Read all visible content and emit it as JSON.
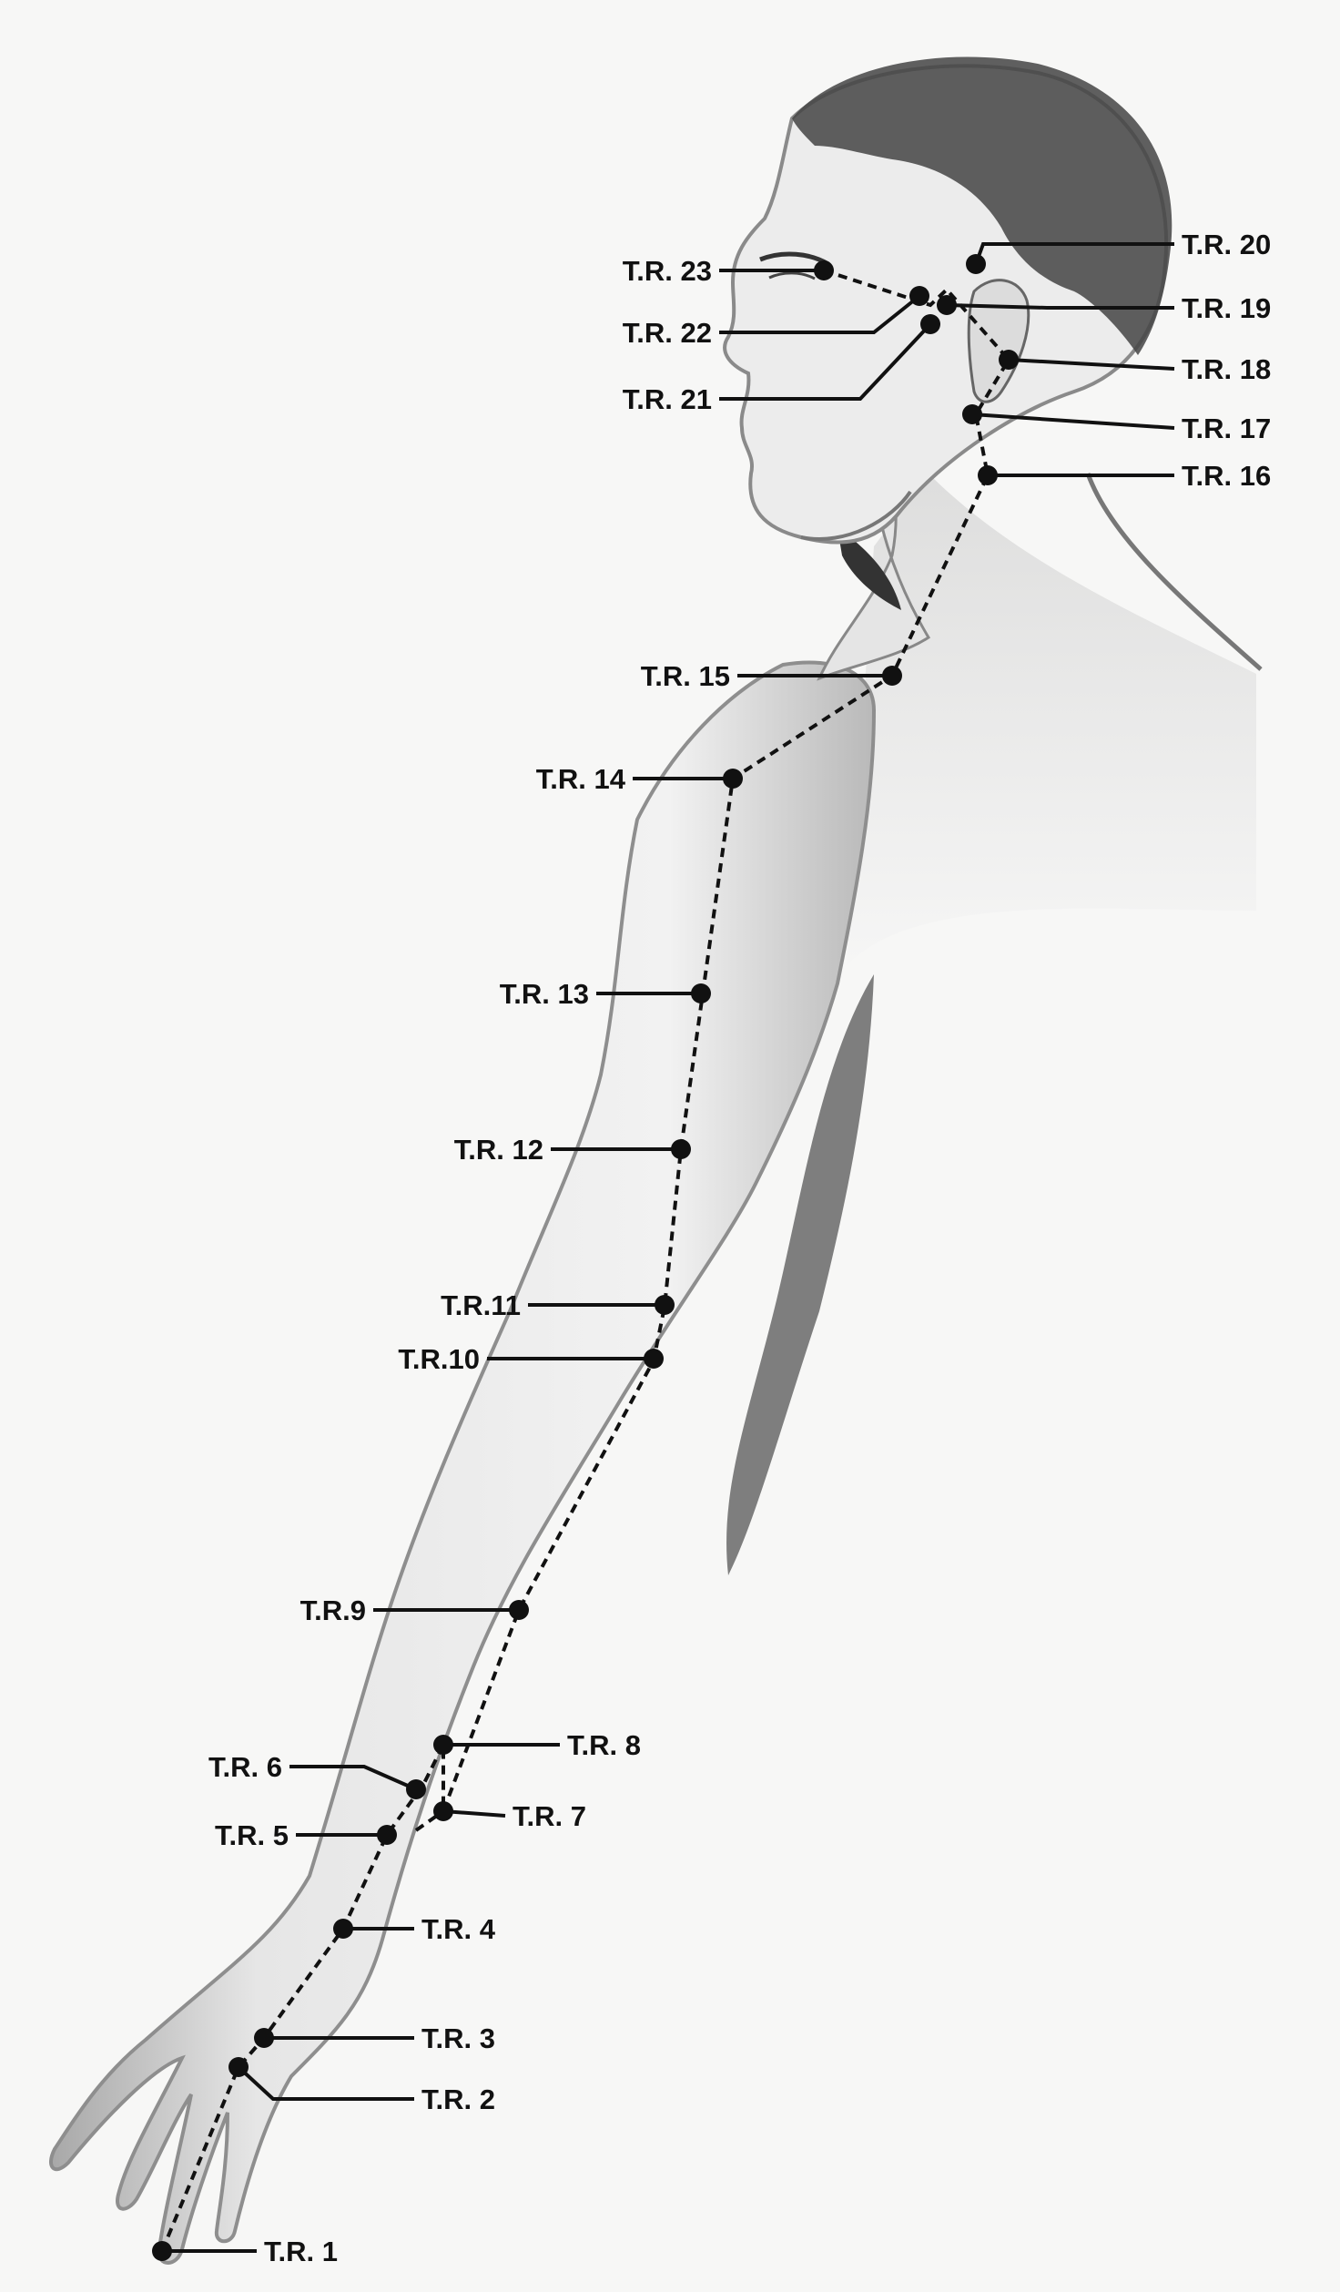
{
  "diagram": {
    "kind": "acupuncture-meridian-chart",
    "colors": {
      "background": "#f7f7f6",
      "ink": "#111111",
      "skin_shadow": "#9a9a9a",
      "hair": "#3a3a3a"
    },
    "points": [
      {
        "id": "tr1",
        "label": "T.R. 1"
      },
      {
        "id": "tr2",
        "label": "T.R. 2"
      },
      {
        "id": "tr3",
        "label": "T.R. 3"
      },
      {
        "id": "tr4",
        "label": "T.R. 4"
      },
      {
        "id": "tr5",
        "label": "T.R. 5"
      },
      {
        "id": "tr6",
        "label": "T.R. 6"
      },
      {
        "id": "tr7",
        "label": "T.R. 7"
      },
      {
        "id": "tr8",
        "label": "T.R. 8"
      },
      {
        "id": "tr9",
        "label": "T.R.9"
      },
      {
        "id": "tr10",
        "label": "T.R.10"
      },
      {
        "id": "tr11",
        "label": "T.R.11"
      },
      {
        "id": "tr12",
        "label": "T.R. 12"
      },
      {
        "id": "tr13",
        "label": "T.R. 13"
      },
      {
        "id": "tr14",
        "label": "T.R. 14"
      },
      {
        "id": "tr15",
        "label": "T.R. 15"
      },
      {
        "id": "tr16",
        "label": "T.R. 16"
      },
      {
        "id": "tr17",
        "label": "T.R. 17"
      },
      {
        "id": "tr18",
        "label": "T.R. 18"
      },
      {
        "id": "tr19",
        "label": "T.R. 19"
      },
      {
        "id": "tr20",
        "label": "T.R. 20"
      },
      {
        "id": "tr21",
        "label": "T.R. 21"
      },
      {
        "id": "tr22",
        "label": "T.R. 22"
      },
      {
        "id": "tr23",
        "label": "T.R. 23"
      }
    ]
  }
}
